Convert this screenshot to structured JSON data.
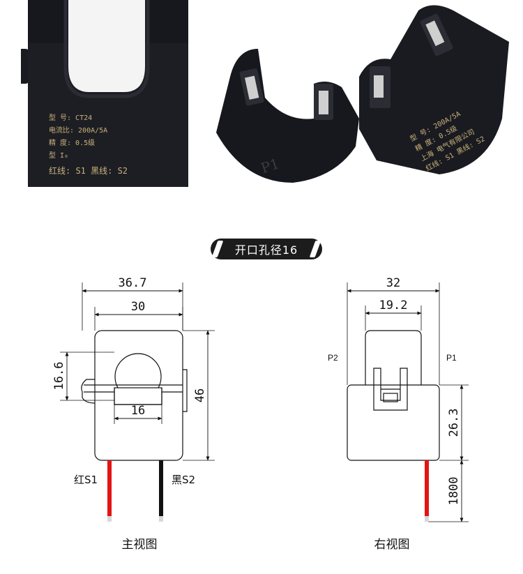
{
  "photos": {
    "left_label": {
      "line1": "型 号: CT24",
      "line2": "电流比: 200A/5A",
      "line3": "精 度: 0.5级",
      "line4": "型    I₀",
      "line5": "红线: S1   黑线: S2"
    },
    "right_mark": "P1",
    "right_label": {
      "line1": "型 号: 200A/5A",
      "line2": "精 度: 0.5级",
      "line3": "上海 电气有限公司",
      "line4": "红线: S1  黑线: S2"
    }
  },
  "badge": "开口孔径16",
  "front_view": {
    "dim_overall_width": "36.7",
    "dim_body_width": "30",
    "dim_hole_height": "16.6",
    "dim_hole_width": "16",
    "dim_height": "46",
    "red_lead": "红S1",
    "black_lead": "黑S2",
    "caption": "主视图"
  },
  "side_view": {
    "dim_width": "32",
    "dim_top_width": "19.2",
    "p_left": "P2",
    "p_right": "P1",
    "dim_lower_height": "26.3",
    "dim_lead_length": "1800",
    "caption": "右视图"
  },
  "colors": {
    "red_wire": "#e21414",
    "black_wire": "#111111",
    "badge_bg": "#1c1c1c"
  }
}
